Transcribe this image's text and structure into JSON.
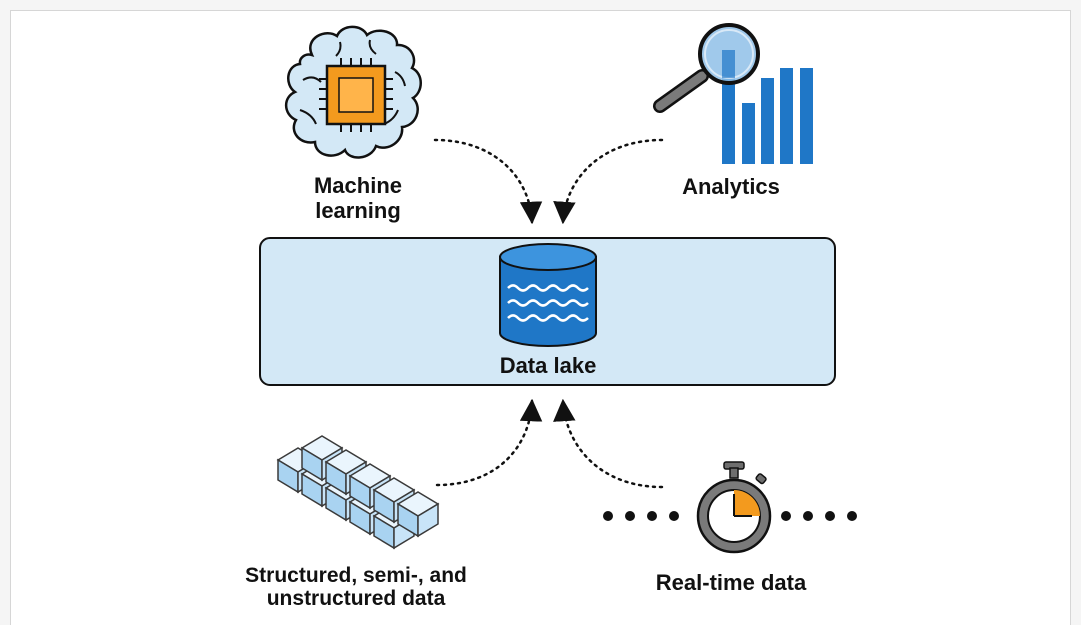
{
  "diagram": {
    "machine_learning": {
      "line1": "Machine",
      "line2": "learning"
    },
    "analytics": {
      "label": "Analytics"
    },
    "data_lake": {
      "label": "Data lake"
    },
    "structured_data": {
      "line1": "Structured, semi-, and",
      "line2": "unstructured data"
    },
    "real_time_data": {
      "label": "Real-time data"
    }
  },
  "colors": {
    "lake_fill": "#d3e8f6",
    "brand_blue": "#1f77c7",
    "accent_orange": "#f39a1e",
    "cube_fill": "#cde6f7"
  }
}
